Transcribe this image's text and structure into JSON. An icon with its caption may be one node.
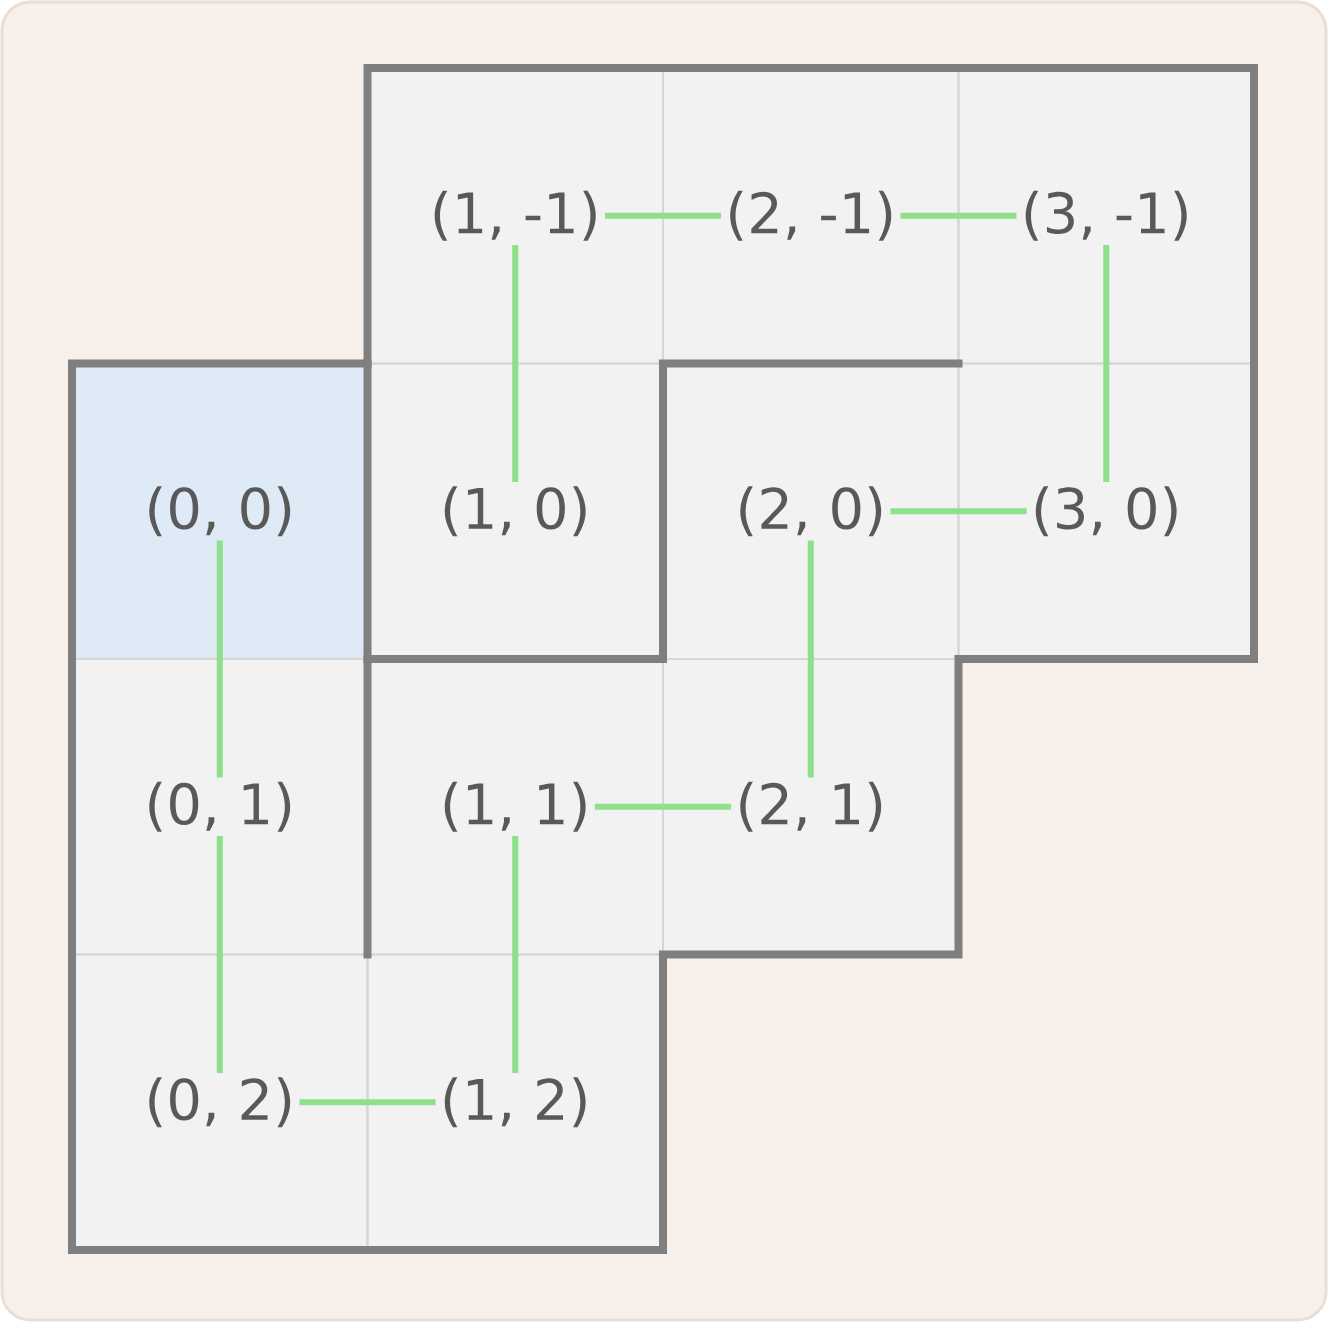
{
  "diagram": {
    "nodes": [
      {
        "text": [
          "(1, -1)"
        ]
      },
      {
        "text": [
          "(2, -1)"
        ]
      },
      {
        "text": [
          "(3, -1)"
        ]
      },
      {
        "text": [
          "(0, 0)"
        ]
      },
      {
        "text": [
          "(1, 0)"
        ]
      },
      {
        "text": [
          "(2, 0)"
        ]
      },
      {
        "text": [
          "(3, 0)"
        ]
      },
      {
        "text": [
          "(0, 1)"
        ]
      },
      {
        "text": [
          "(1, 1)"
        ]
      },
      {
        "text": [
          "(2, 1)"
        ]
      },
      {
        "text": [
          "(0, 2)"
        ]
      },
      {
        "text": [
          "(1, 2)"
        ]
      }
    ],
    "edges": [
      {
        "from": 3,
        "to": 7,
        "arrow": "none"
      },
      {
        "from": 7,
        "to": 10,
        "arrow": "none"
      },
      {
        "from": 10,
        "to": 11,
        "arrow": "none"
      },
      {
        "from": 11,
        "to": 8,
        "arrow": "none"
      },
      {
        "from": 8,
        "to": 9,
        "arrow": "none"
      },
      {
        "from": 9,
        "to": 5,
        "arrow": "none"
      },
      {
        "from": 5,
        "to": 6,
        "arrow": "none"
      },
      {
        "from": 6,
        "to": 2,
        "arrow": "none"
      },
      {
        "from": 2,
        "to": 1,
        "arrow": "none"
      },
      {
        "from": 1,
        "to": 0,
        "arrow": "none"
      },
      {
        "from": 0,
        "to": 4,
        "arrow": "none"
      }
    ]
  }
}
